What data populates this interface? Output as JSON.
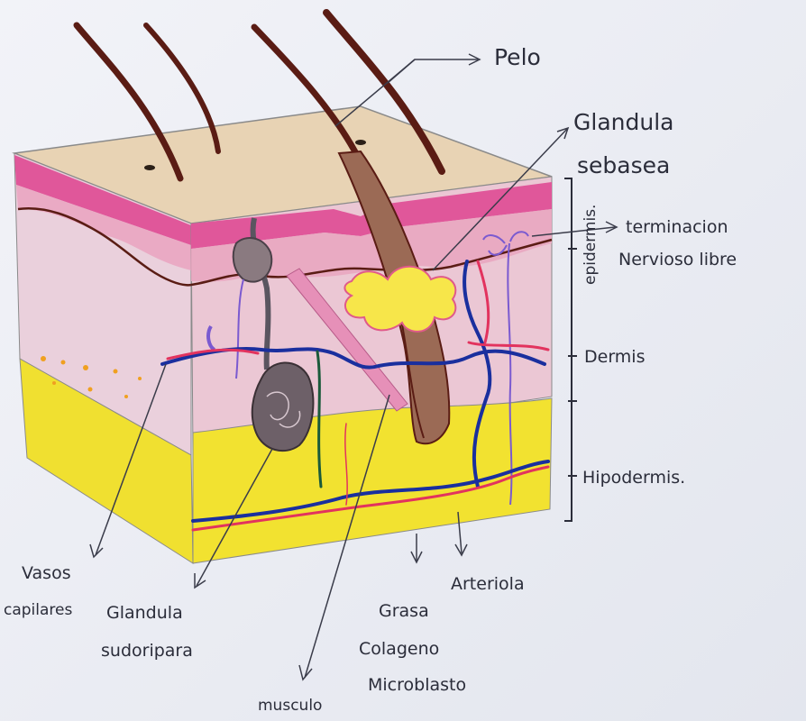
{
  "labels": {
    "pelo": "Pelo",
    "glandula_sebasea_1": "Glandula",
    "glandula_sebasea_2": "sebasea",
    "terminacion_1": "terminacion",
    "terminacion_2": "Nervioso libre",
    "epidermis": "epidermis.",
    "dermis": "Dermis",
    "hipodermis": "Hipodermis.",
    "vasos_1": "Vasos",
    "vasos_2": "capilares",
    "glandula_sudoripara_1": "Glandula",
    "glandula_sudoripara_2": "sudoripara",
    "musculo": "musculo",
    "grasa": "Grasa",
    "colageno": "Colageno",
    "microblasto": "Microblasto",
    "arteriola": "Arteriola"
  },
  "colors": {
    "paper": "#eef0f6",
    "surface": "#e8d3b4",
    "epidermis_pink": "#e0579a",
    "dermis_pink": "#e6bfcf",
    "hypodermis_yellow": "#f2e230",
    "hair": "#5a1c14",
    "vein_blue": "#1a2f9e",
    "artery_red": "#e2335e",
    "sebaceous_yellow": "#f7e64a",
    "nerve_purple": "#7a5ad0"
  }
}
